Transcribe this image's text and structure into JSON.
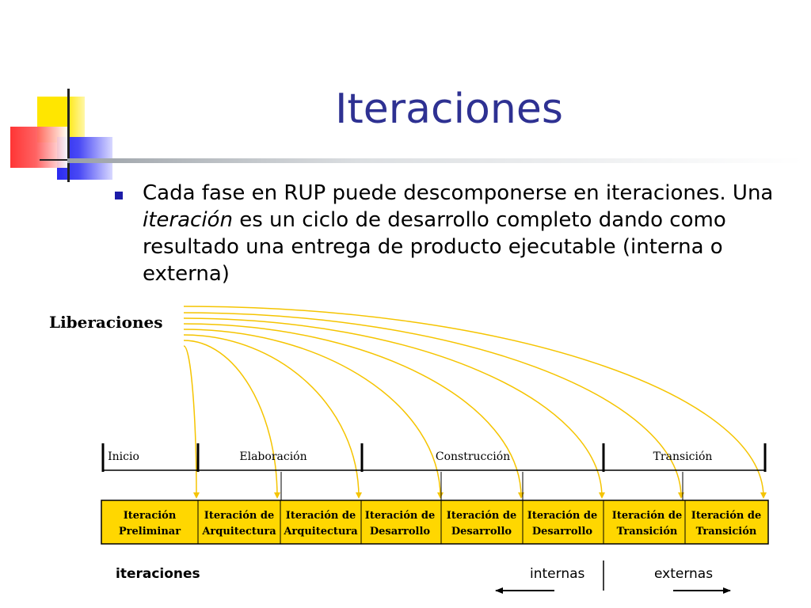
{
  "title": "Iteraciones",
  "bullet": {
    "pre": "Cada fase en RUP puede descomponerse en iteraciones. Una ",
    "emph": "iteración",
    "post": " es un ciclo de desarrollo completo dando como resultado una entrega de producto ejecutable (interna o externa)"
  },
  "diagram": {
    "releases_label": "Liberaciones",
    "phases": [
      "Inicio",
      "Elaboración",
      "Construcción",
      "Transición"
    ],
    "iterations": [
      {
        "line1": "Iteración",
        "line2": "Preliminar"
      },
      {
        "line1": "Iteración de",
        "line2": "Arquitectura"
      },
      {
        "line1": "Iteración de",
        "line2": "Arquitectura"
      },
      {
        "line1": "Iteración de",
        "line2": "Desarrollo"
      },
      {
        "line1": "Iteración de",
        "line2": "Desarrollo"
      },
      {
        "line1": "Iteración de",
        "line2": "Desarrollo"
      },
      {
        "line1": "Iteración de",
        "line2": "Transición"
      },
      {
        "line1": "Iteración de",
        "line2": "Transición"
      }
    ],
    "legend": {
      "iterations_label": "iteraciones",
      "internal_label": "internas",
      "external_label": "externas"
    },
    "colors": {
      "iteration_fill": "#ffd700",
      "arrow": "#f5c400"
    }
  }
}
